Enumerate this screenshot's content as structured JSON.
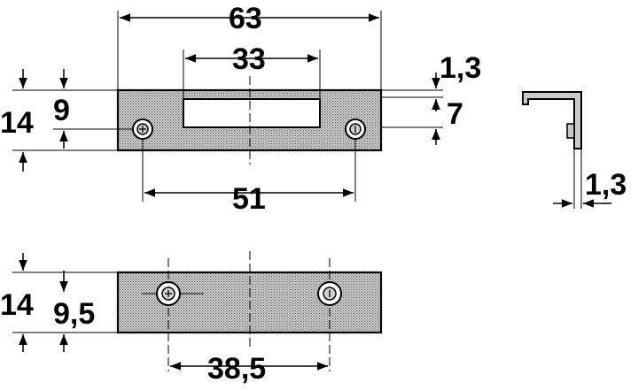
{
  "top_view": {
    "overall_length": "63",
    "slot_length": "33",
    "hole_spacing": "51",
    "height": "14",
    "hole_height": "9",
    "slot_width": "7",
    "thickness": "1,3"
  },
  "side_view": {
    "thickness": "1,3"
  },
  "bottom_view": {
    "height": "14",
    "hole_height": "9,5",
    "hole_spacing": "38,5"
  }
}
